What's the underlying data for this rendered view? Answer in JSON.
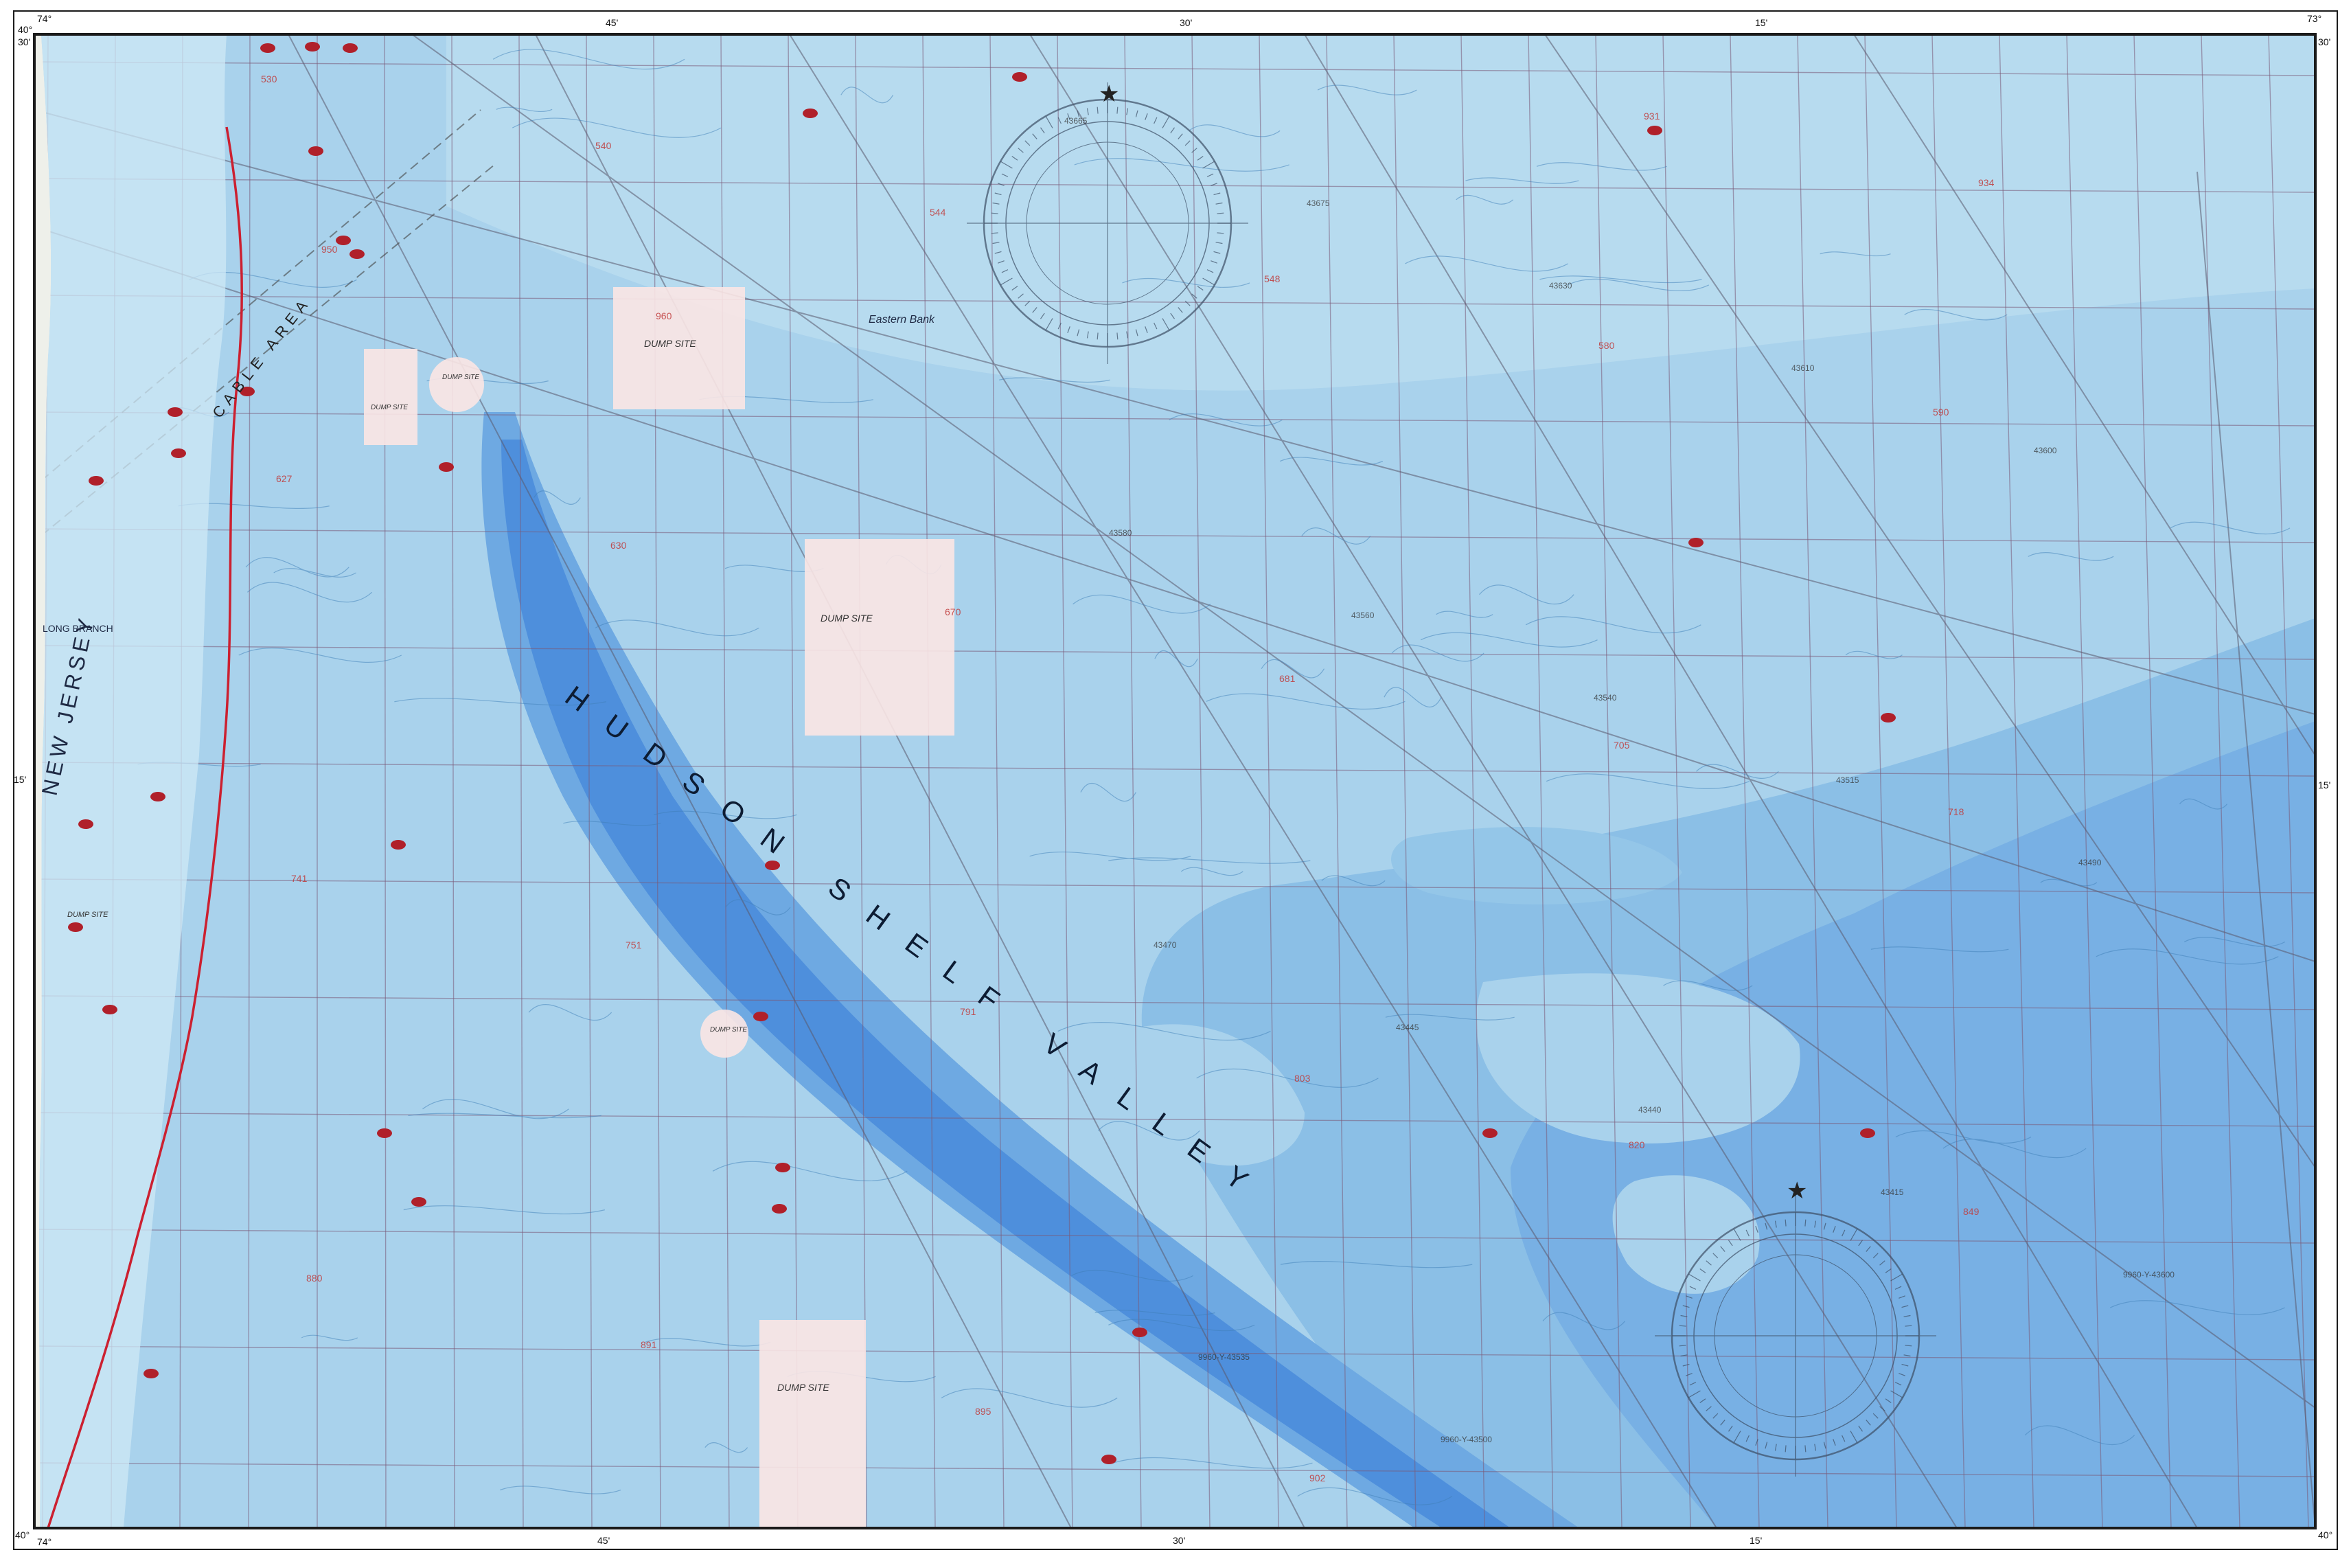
{
  "map": {
    "corner_labels": {
      "top_left_lon": "74°",
      "top_left_lat": "40°",
      "top_left_min": "30'",
      "top_right_lon": "73°",
      "top_right_min": "30'",
      "bottom_left_lat": "40°",
      "bottom_left_lon": "74°",
      "bottom_right_lat": "40°"
    },
    "edge_ticks": {
      "top": [
        "45'",
        "30'",
        "15'"
      ],
      "bottom": [
        "45'",
        "30'",
        "15'"
      ],
      "left": [
        "15'"
      ],
      "right": [
        "15'"
      ]
    },
    "place_names": {
      "state": "NEW JERSEY",
      "town": "LONG BRANCH",
      "valley": "HUDSON SHELF VALLEY",
      "cable_area": "CABLE AREA",
      "bank": "Eastern Bank"
    },
    "dump_sites": [
      {
        "id": "north",
        "label": "DUMP SITE"
      },
      {
        "id": "center",
        "label": "DUMP SITE"
      },
      {
        "id": "south",
        "label": "DUMP SITE"
      },
      {
        "id": "small-west",
        "label": "DUMP SITE"
      },
      {
        "id": "circle-north",
        "label": "DUMP SITE"
      },
      {
        "id": "circle-valley",
        "label": "DUMP SITE"
      },
      {
        "id": "coastal",
        "label": "DUMP SITE"
      }
    ],
    "depth_labels": [
      "530",
      "540",
      "544",
      "548",
      "580",
      "590",
      "627",
      "630",
      "670",
      "681",
      "705",
      "718",
      "741",
      "751",
      "791",
      "803",
      "820",
      "849",
      "880",
      "891",
      "895",
      "902",
      "931",
      "934",
      "950",
      "960"
    ],
    "loran_labels": [
      "43665",
      "43675",
      "43630",
      "43610",
      "43600",
      "43580",
      "43560",
      "43540",
      "43515",
      "43490",
      "43470",
      "43445",
      "43440",
      "43415",
      "9960-Y-43600",
      "9960-Y-43535",
      "9960-Y-43500"
    ],
    "colors": {
      "shelf": "#a9d2ec",
      "shelf_light": "#c6e3f3",
      "deep_1": "#8bbfe6",
      "deep_2": "#6ea9e2",
      "valley": "#4e8fdc",
      "land": "#eef0ea",
      "grid_line": "#7b5a78",
      "loran_line": "#6a6a7a",
      "boundary": "#cc2030",
      "wreck": "#b0202a",
      "dump_site": "#fbe6e4",
      "text_red": "#c03a3a"
    }
  }
}
